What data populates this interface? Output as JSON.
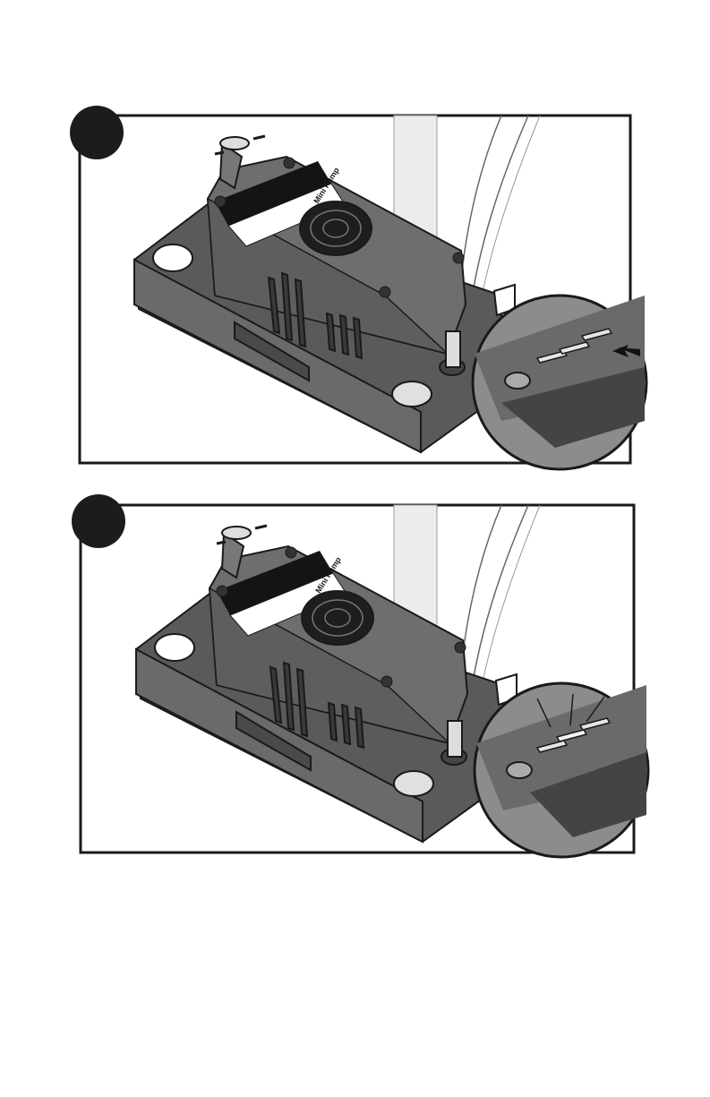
{
  "figure": {
    "panels": [
      {
        "step_number": "",
        "brand_text": "Mini Pump",
        "callout": "arrow-pointing-at-indicator"
      },
      {
        "step_number": "",
        "brand_text": "Mini Pump",
        "callout": "highlighted-indicator"
      }
    ]
  },
  "colors": {
    "housing": "#6e6e6e",
    "housing_dark": "#4f4f4f",
    "housing_light": "#8c8c8c",
    "outline": "#1a1a1a",
    "label_black": "#141414",
    "water_beam": "#e6e6e6",
    "badge": "#1c1c1c"
  }
}
